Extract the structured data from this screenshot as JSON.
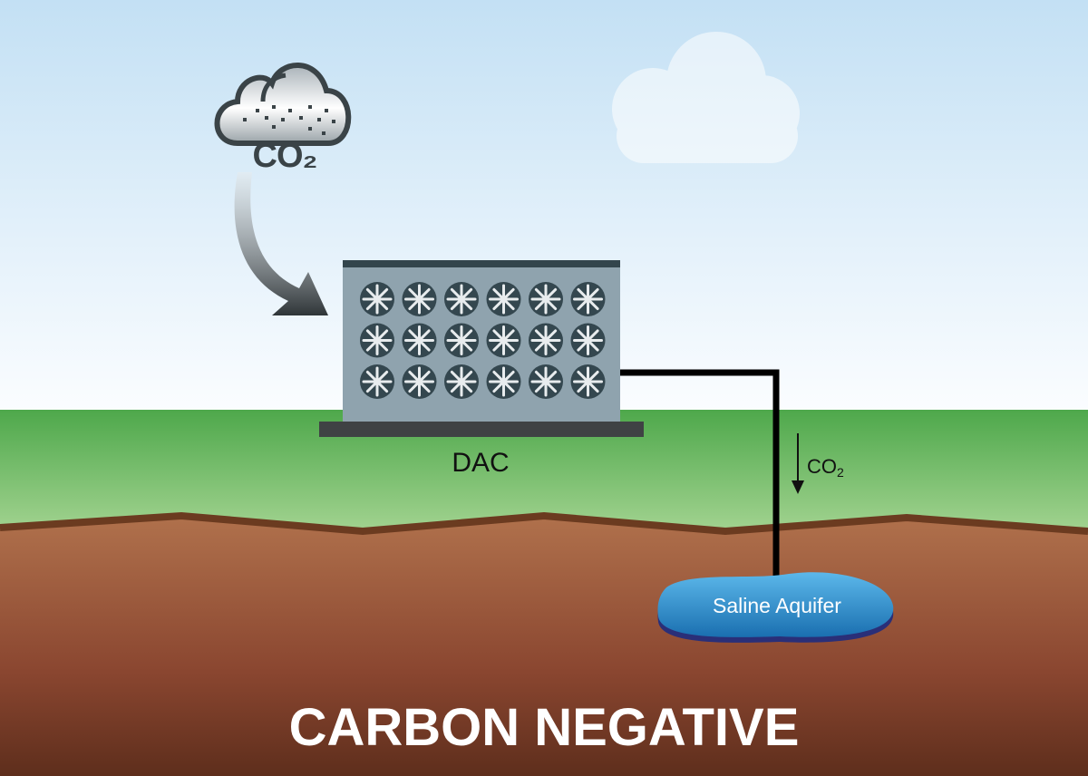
{
  "diagram": {
    "title": "CARBON NEGATIVE",
    "dac_label": "DAC",
    "flow_label": "CO",
    "flow_subscript": "2",
    "aquifer_label": "Saline Aquifer",
    "cloud_icon_text": "CO2",
    "fan_rows": 3,
    "fan_cols": 6
  },
  "colors": {
    "sky_top": "#c3e0f4",
    "grass_top": "#4ea84b",
    "soil_top": "#b06e4a",
    "soil_bottom": "#5e2e1c",
    "dac_body": "#8fa3ae",
    "fan": "#34474f",
    "aquifer": "#1f86c6"
  }
}
